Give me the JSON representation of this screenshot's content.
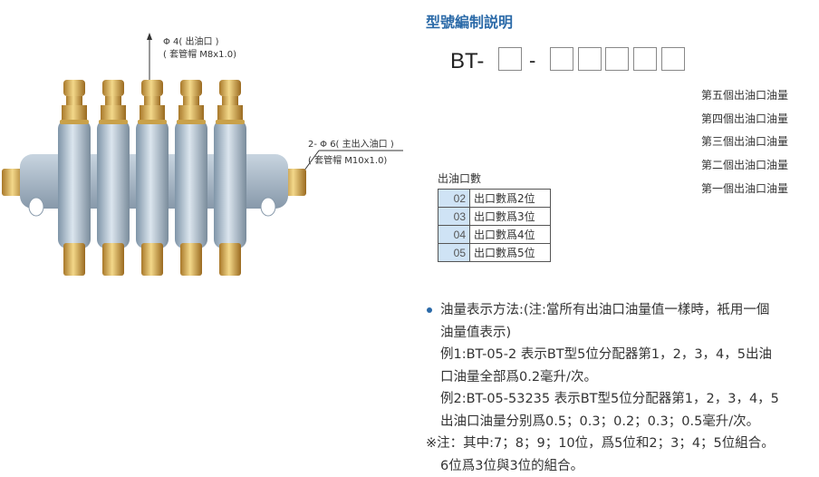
{
  "title": "型號編制説明",
  "model_prefix": "BT-",
  "separator": "-",
  "outlet_labels": [
    "第五個出油口油量",
    "第四個出油口油量",
    "第三個出油口油量",
    "第二個出油口油量",
    "第一個出油口油量"
  ],
  "table": {
    "header": "出油口數",
    "rows": [
      {
        "code": "02",
        "desc": "出口數爲2位"
      },
      {
        "code": "03",
        "desc": "出口數爲3位"
      },
      {
        "code": "04",
        "desc": "出口數爲4位"
      },
      {
        "code": "05",
        "desc": "出口數爲5位"
      }
    ]
  },
  "product": {
    "outlet_caption": [
      "Φ 4( 出油口 )",
      "( 套管帽 M8x1.0)"
    ],
    "main_caption": [
      "2- Φ 6( 主出入油口 )",
      "( 套管帽 M10x1.0)"
    ]
  },
  "notes": {
    "bullet_lines": [
      "油量表示方法:(注:當所有出油口油量值一樣時，衹用一個",
      "油量值表示)",
      "例1:BT-05-2 表示BT型5位分配器第1，2，3，4，5出油",
      "口油量全部爲0.2毫升/次。",
      "例2:BT-05-53235 表示BT型5位分配器第1，2，3，4，5",
      "出油口油量分别爲0.5；0.3；0.2；0.3；0.5毫升/次。"
    ],
    "remark_lines": [
      "※注：其中:7；8；9；10位，爲5位和2；3；4；5位組合。",
      "6位爲3位與3位的組合。"
    ]
  },
  "colors": {
    "accent": "#2b6aa8",
    "table_code_bg": "#cfe3f5"
  }
}
